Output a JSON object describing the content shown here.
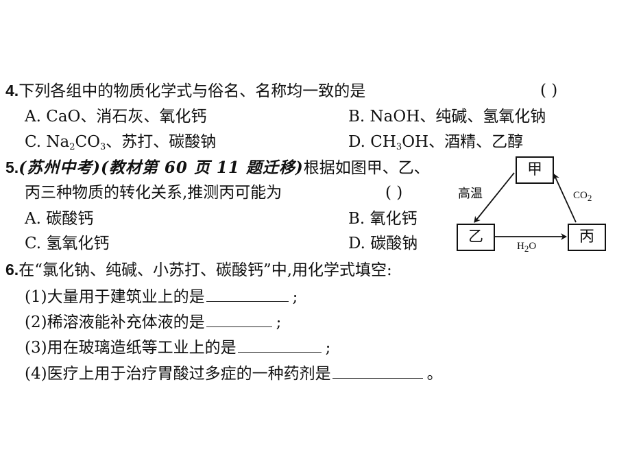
{
  "q4": {
    "num": "4.",
    "stem": "下列各组中的物质化学式与俗名、名称均一致的是",
    "paren": "(      )",
    "optA": "A. CaO、消石灰、氧化钙",
    "optB": "B. NaOH、纯碱、氢氧化钠",
    "optC_pre": "C. Na",
    "optC_sub1": "2",
    "optC_mid": "CO",
    "optC_sub2": "3",
    "optC_post": "、苏打、碳酸钠",
    "optD_pre": "D. CH",
    "optD_sub": "3",
    "optD_post": "OH、酒精、乙醇"
  },
  "q5": {
    "num": "5.",
    "source": "(苏州中考)(教材第 60 页 11 题迁移)",
    "stem1": "根据如图甲、乙、",
    "stem2": "丙三种物质的转化关系,推测丙可能为",
    "paren": "(      )",
    "optA": "A. 碳酸钙",
    "optB": "B. 氧化钙",
    "optC": "C. 氢氧化钙",
    "optD": "D. 碳酸钠",
    "diagram": {
      "jia": "甲",
      "yi": "乙",
      "bing": "丙",
      "edge_jia_yi": "高温",
      "edge_bing_jia": "CO",
      "edge_bing_jia_sub": "2",
      "edge_yi_bing": "H",
      "edge_yi_bing_sub": "2",
      "edge_yi_bing_post": "O"
    }
  },
  "q6": {
    "num": "6.",
    "stem": "在“氯化钠、纯碱、小苏打、碳酸钙”中,用化学式填空:",
    "item1": "(1)大量用于建筑业上的是",
    "item1_end": ";",
    "item2": "(2)稀溶液能补充体液的是",
    "item2_end": ";",
    "item3": "(3)用在玻璃造纸等工业上的是",
    "item3_end": ";",
    "item4": "(4)医疗上用于治疗胃酸过多症的一种药剂是",
    "item4_end": "。"
  }
}
